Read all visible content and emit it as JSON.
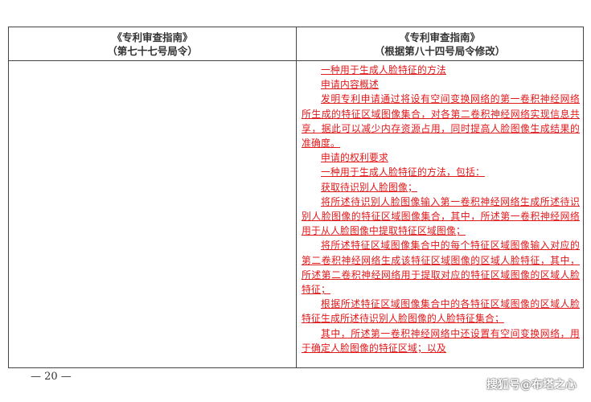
{
  "header": {
    "left": {
      "line1": "《专利审查指南》",
      "line2": "（第七十七号局令）"
    },
    "right": {
      "line1": "《专利审查指南》",
      "line2": "（根据第八十四号局令修改）"
    }
  },
  "right_column": [
    "一种用于生成人脸特征的方法",
    "申请内容概述",
    "发明专利申请通过将设有空间变换网络的第一卷积神经网络所生成的特征区域图像集合，对各第二卷积神经网络实现信息共享，据此可以减少内存资源占用，同时提高人脸图像生成结果的准确度。",
    "申请的权利要求",
    "一种用于生成人脸特征的方法，包括：",
    "获取待识别人脸图像；",
    "将所述待识别人脸图像输入第一卷积神经网络生成所述待识别人脸图像的特征区域图像集合，其中，所述第一卷积神经网络用于从人脸图像中提取特征区域图像；",
    "将所述特征区域图像集合中的每个特征区域图像输入对应的第二卷积神经网络生成该特征区域图像的区域人脸特征，其中，所述第二卷积神经网络用于提取对应的特征区域图像的区域人脸特征；",
    "根据所述特征区域图像集合中的各特征区域图像的区域人脸特征生成所述待识别人脸图像的人脸特征集合；",
    "其中，所述第一卷积神经网络中还设置有空间变换网络，用于确定人脸图像的特征区域；以及"
  ],
  "footer": {
    "page_number": "— 20 —",
    "watermark": "搜狐号@布塔之心"
  },
  "colors": {
    "amendment_text": "#e0191b",
    "border": "#444444"
  }
}
